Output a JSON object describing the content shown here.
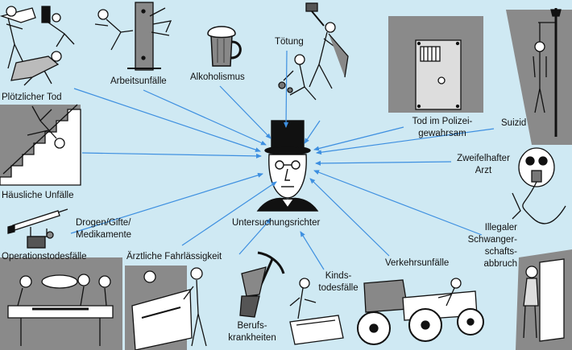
{
  "center": {
    "label": "Untersuchungsrichter",
    "icon": "top-hat-man-icon"
  },
  "causes": [
    {
      "id": "ploetzlicher-tod",
      "label": "Plötzlicher Tod",
      "icon": "collapse-icon"
    },
    {
      "id": "arbeitsunfaelle",
      "label": "Arbeitsunfälle",
      "icon": "crushed-worker-icon"
    },
    {
      "id": "alkoholismus",
      "label": "Alkoholismus",
      "icon": "beer-mug-icon"
    },
    {
      "id": "toetung",
      "label": "Tötung",
      "icon": "attacker-icon"
    },
    {
      "id": "tod-im-polizeigewahrsam",
      "label_lines": [
        "Tod im Polizei-",
        "gewahrsam"
      ],
      "icon": "cell-door-icon"
    },
    {
      "id": "suizid",
      "label": "Suizid",
      "icon": "hanging-figure-icon"
    },
    {
      "id": "zweifelhafter-arzt",
      "label_lines": [
        "Zweifelhafter",
        "Arzt"
      ],
      "icon": "gas-mask-icon"
    },
    {
      "id": "illegaler-schwangerschaftsabbruch",
      "label_lines": [
        "Illegaler",
        "Schwanger-",
        "schafts-",
        "abbruch"
      ],
      "icon": "doorway-woman-icon"
    },
    {
      "id": "verkehrsunfaelle",
      "label": "Verkehrsunfälle",
      "icon": "tractor-icon"
    },
    {
      "id": "kindstodesfaelle",
      "label_lines": [
        "Kinds-",
        "todesfälle"
      ],
      "icon": "cradle-icon"
    },
    {
      "id": "berufskrankheiten",
      "label_lines": [
        "Berufs-",
        "krankheiten"
      ],
      "icon": "pickaxe-icon"
    },
    {
      "id": "aerztliche-fahrlaessigkeit",
      "label": "Ärztliche Fahrlässigkeit",
      "icon": "doctors-icon"
    },
    {
      "id": "operationstodesfaelle",
      "label": "Operationstodesfälle",
      "icon": "surgery-icon"
    },
    {
      "id": "drogen-gifte-medikamente",
      "label_lines": [
        "Drogen/Gifte/",
        "Medikamente"
      ],
      "icon": "syringe-icon"
    },
    {
      "id": "haeusliche-unfaelle",
      "label": "Häusliche Unfälle",
      "icon": "stairs-fall-icon"
    }
  ],
  "colors": {
    "background": "#cfe9f3",
    "arrow": "#3d8fe0",
    "panel": "#8a8a8a",
    "ink": "#111111"
  }
}
